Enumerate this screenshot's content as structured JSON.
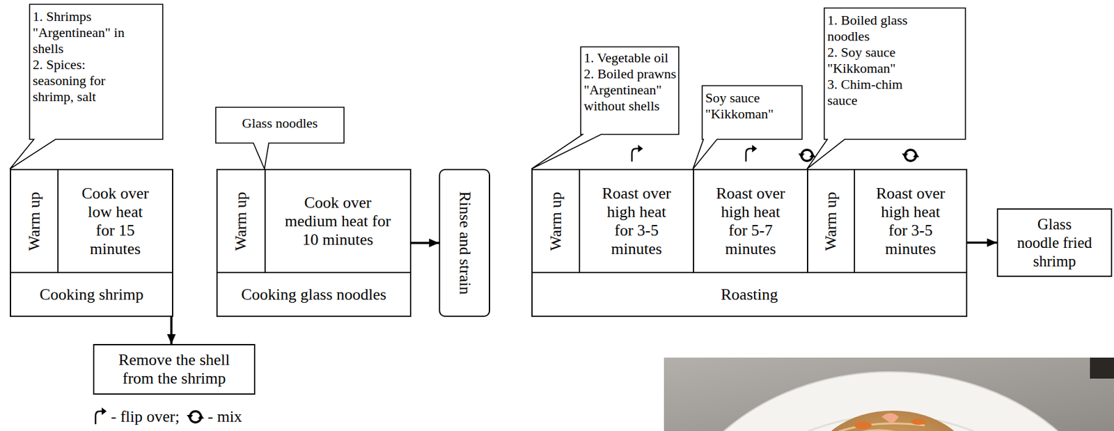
{
  "diagram": {
    "nodes": [
      {
        "text": [
          "1. Shrimps \"Argentinean\" in shells",
          "2. Spices: seasoning for shrimp, salt"
        ]
      },
      {
        "text": [
          "Cooking shrimp"
        ]
      },
      {
        "text": [
          "Warm up"
        ],
        "in": 1
      },
      {
        "text": [
          "Cook over low heat for 15 minutes"
        ],
        "in": 1
      },
      {
        "text": [
          "Remove the shell from the shrimp"
        ]
      },
      {
        "text": [
          "Glass noodles"
        ]
      },
      {
        "text": [
          "Cooking glass noodles"
        ]
      },
      {
        "text": [
          "Warm up"
        ],
        "in": 6
      },
      {
        "text": [
          "Cook over medium heat for 10 minutes"
        ],
        "in": 6
      },
      {
        "text": [
          "Rinse and strain"
        ]
      },
      {
        "text": [
          "1. Vegetable oil",
          "2. Boiled prawns \"Argentinean\" without shells"
        ]
      },
      {
        "text": [
          "Soy sauce \"Kikkoman\""
        ]
      },
      {
        "text": [
          "1. Boiled glass noodles",
          "2. Soy sauce \"Kikkoman\"",
          "3. Chim-chim sauce"
        ]
      },
      {
        "text": [
          "Roasting"
        ]
      },
      {
        "text": [
          "Warm up"
        ],
        "in": 13
      },
      {
        "text": [
          "Roast over high heat for 3-5 minutes"
        ],
        "in": 13
      },
      {
        "text": [
          "Roast over high heat for 5-7 minutes"
        ],
        "in": 13
      },
      {
        "text": [
          "Warm up"
        ],
        "in": 13
      },
      {
        "text": [
          "Roast over high heat for 3-5 minutes"
        ],
        "in": 13
      },
      {
        "text": [
          "Glass noodle fried shrimp"
        ]
      }
    ],
    "edges": [
      {
        "from": 1,
        "to": 4,
        "arrow": "to"
      },
      {
        "from": 6,
        "to": 9,
        "arrow": "to"
      },
      {
        "from": 13,
        "to": 19,
        "arrow": "to"
      }
    ],
    "legend": [
      {
        "text": "- flip over;"
      },
      {
        "text": "- mix"
      }
    ]
  }
}
